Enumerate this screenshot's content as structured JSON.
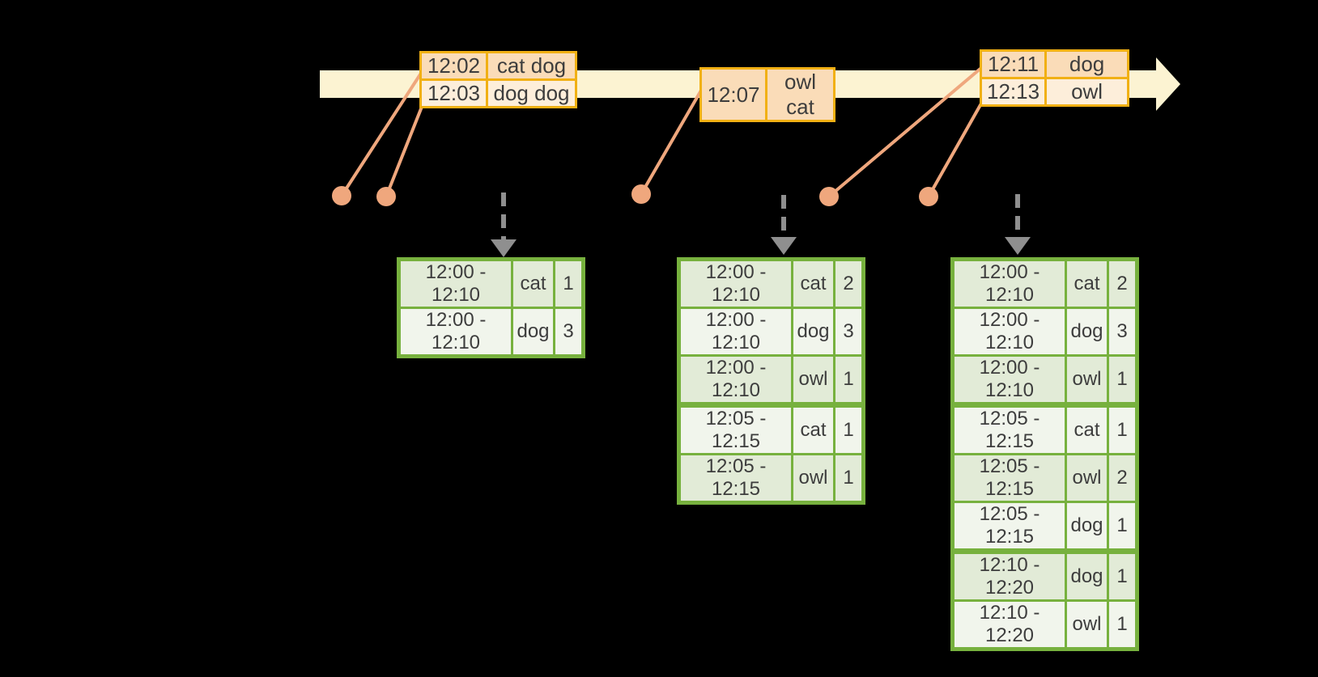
{
  "colors": {
    "bg": "#000000",
    "band": "#FCF3D2",
    "event-border": "#F1B014",
    "event-row-dark": "#FADCB8",
    "event-row-light": "#FDEEDA",
    "result-border": "#77B13E",
    "result-row-dark": "#E2EBD7",
    "result-row-light": "#F1F5EC",
    "ink": "#3D3D3D",
    "dot": "#EFA77D",
    "dash": "#8F8F8F"
  },
  "timeline": {
    "description": "event-time arrow with incoming records attached by salmon leader lines"
  },
  "event_tables": [
    {
      "rows": [
        [
          "12:02",
          "cat dog"
        ],
        [
          "12:03",
          "dog dog"
        ]
      ]
    },
    {
      "rows": [
        [
          "12:07",
          "owl cat"
        ]
      ]
    },
    {
      "rows": [
        [
          "12:11",
          "dog"
        ],
        [
          "12:13",
          "owl"
        ]
      ]
    }
  ],
  "result_tables": [
    {
      "rows": [
        [
          "12:00 - 12:10",
          "cat",
          "1"
        ],
        [
          "12:00 - 12:10",
          "dog",
          "3"
        ]
      ],
      "group_breaks_after": []
    },
    {
      "rows": [
        [
          "12:00 - 12:10",
          "cat",
          "2"
        ],
        [
          "12:00 - 12:10",
          "dog",
          "3"
        ],
        [
          "12:00 - 12:10",
          "owl",
          "1"
        ],
        [
          "12:05 - 12:15",
          "cat",
          "1"
        ],
        [
          "12:05 - 12:15",
          "owl",
          "1"
        ]
      ],
      "group_breaks_after": [
        2
      ]
    },
    {
      "rows": [
        [
          "12:00 - 12:10",
          "cat",
          "2"
        ],
        [
          "12:00 - 12:10",
          "dog",
          "3"
        ],
        [
          "12:00 - 12:10",
          "owl",
          "1"
        ],
        [
          "12:05 - 12:15",
          "cat",
          "1"
        ],
        [
          "12:05 - 12:15",
          "owl",
          "2"
        ],
        [
          "12:05 - 12:15",
          "dog",
          "1"
        ],
        [
          "12:10 - 12:20",
          "dog",
          "1"
        ],
        [
          "12:10 - 12:20",
          "owl",
          "1"
        ]
      ],
      "group_breaks_after": [
        2,
        5
      ]
    }
  ]
}
